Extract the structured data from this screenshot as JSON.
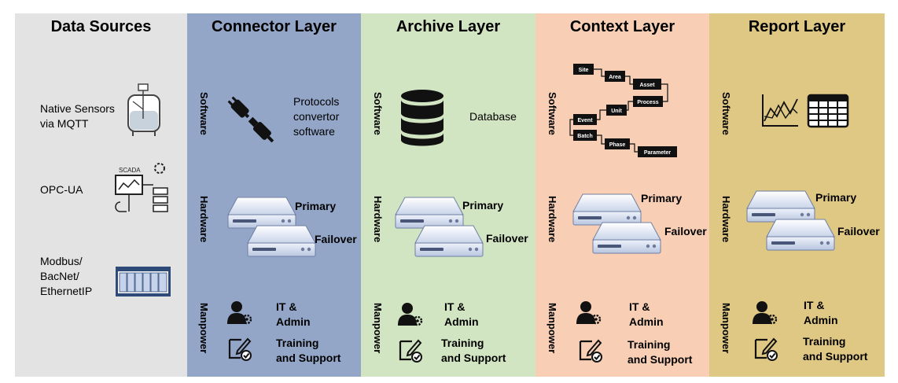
{
  "sources": {
    "title": "Data Sources",
    "items": [
      {
        "line1": "Native Sensors",
        "line2": "via MQTT",
        "icon": "tank-sensor-icon"
      },
      {
        "line1": "OPC-UA",
        "icon": "scada-icon",
        "badge": "SCADA"
      },
      {
        "line1": "Modbus/",
        "line2": "BacNet/",
        "line3": "EthernetIP",
        "icon": "plc-rack-icon"
      }
    ]
  },
  "row_labels": {
    "software": "Software",
    "hardware": "Hardware",
    "manpower": "Manpower"
  },
  "connector": {
    "title": "Connector Layer",
    "software": {
      "line1": "Protocols",
      "line2": "convertor",
      "line3": "software",
      "icon": "plug-icon"
    }
  },
  "archive": {
    "title": "Archive Layer",
    "software": {
      "label": "Database",
      "icon": "database-icon"
    }
  },
  "context": {
    "title": "Context Layer",
    "nodes": {
      "site": "Site",
      "area": "Area",
      "asset": "Asset",
      "process": "Process",
      "unit": "Unit",
      "event": "Event",
      "batch": "Batch",
      "phase": "Phase",
      "parameter": "Parameter"
    }
  },
  "report": {
    "title": "Report Layer",
    "software": {
      "icons": [
        "line-chart-icon",
        "table-icon"
      ]
    }
  },
  "hardware": {
    "primary": "Primary",
    "failover": "Failover"
  },
  "manpower": {
    "it_line1": "IT &",
    "it_line2": "Admin",
    "train_line1": "Training",
    "train_line2": "and Support"
  },
  "colors": {
    "sources": "#e3e3e3",
    "connector": "#93a6c8",
    "archive": "#d2e5c2",
    "context": "#f8cfb5",
    "report": "#dfc784"
  }
}
